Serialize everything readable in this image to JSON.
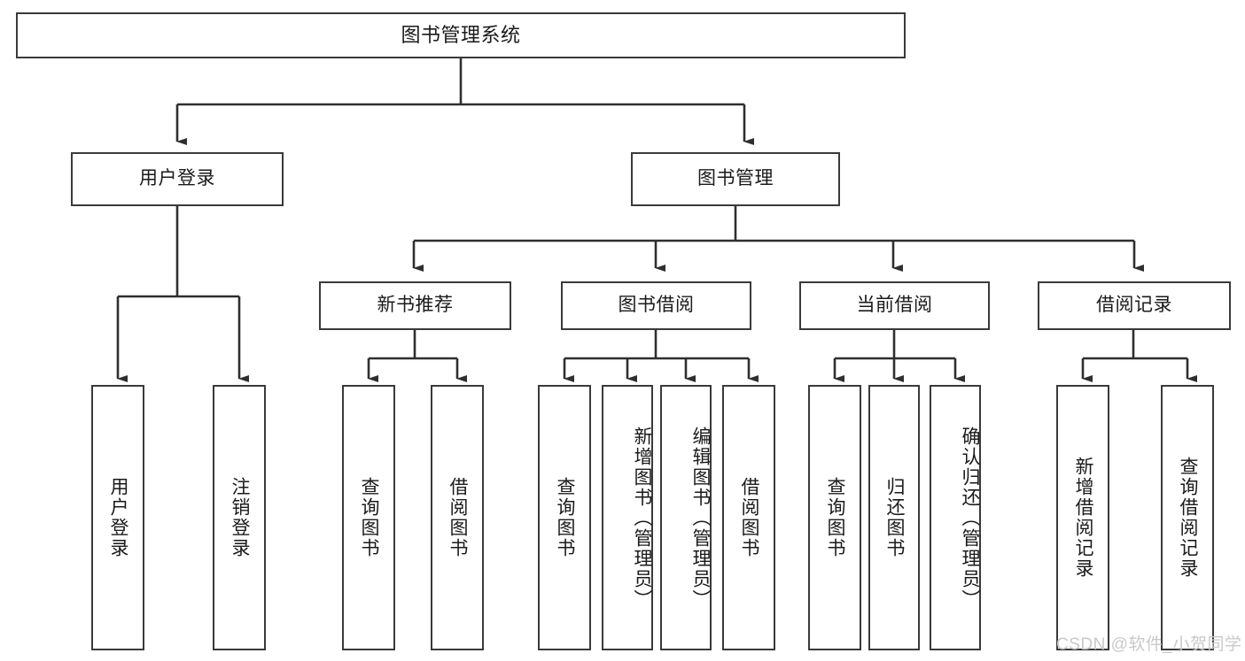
{
  "diagram": {
    "title": "图书管理系统",
    "type": "hierarchy-tree",
    "watermark": "CSDN @软件_小贺同学",
    "colors": {
      "box_border": "#3a3a3a",
      "box_fill": "#ffffff",
      "line": "#2f2f2f",
      "text": "#1a1a1a",
      "watermark": "#c9c9c9"
    },
    "root": {
      "label": "图书管理系统"
    },
    "level1": [
      {
        "label": "用户登录"
      },
      {
        "label": "图书管理"
      }
    ],
    "level2": [
      {
        "label": "新书推荐"
      },
      {
        "label": "图书借阅"
      },
      {
        "label": "当前借阅"
      },
      {
        "label": "借阅记录"
      }
    ],
    "leaves": {
      "user_login": [
        {
          "label": "用户登录"
        },
        {
          "label": "注销登录"
        }
      ],
      "new_book_recommend": [
        {
          "label": "查询图书"
        },
        {
          "label": "借阅图书"
        }
      ],
      "book_borrow": [
        {
          "label": "查询图书"
        },
        {
          "label": "新增图书（管理员）"
        },
        {
          "label": "编辑图书（管理员）"
        },
        {
          "label": "借阅图书"
        }
      ],
      "current_borrow": [
        {
          "label": "查询图书"
        },
        {
          "label": "归还图书"
        },
        {
          "label": "确认归还（管理员）"
        }
      ],
      "borrow_record": [
        {
          "label": "新增借阅记录"
        },
        {
          "label": "查询借阅记录"
        }
      ]
    }
  }
}
